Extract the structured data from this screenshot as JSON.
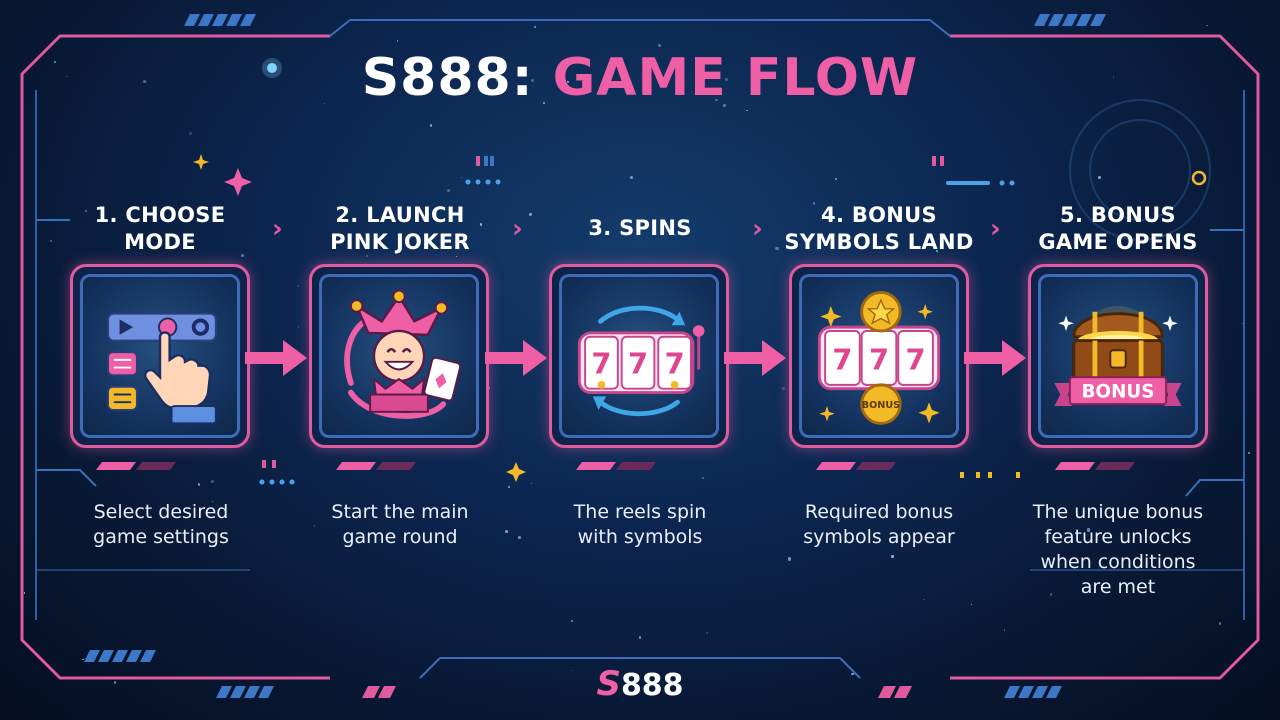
{
  "title": {
    "part1": "S888: ",
    "part2": "GAME FLOW"
  },
  "steps": [
    {
      "heading": [
        "1. CHOOSE",
        "MODE"
      ],
      "desc": [
        "Select desired",
        "game settings"
      ],
      "icon": "settings-tap-icon"
    },
    {
      "heading": [
        "2. LAUNCH",
        "PINK JOKER"
      ],
      "desc": [
        "Start the main",
        "game round"
      ],
      "icon": "joker-icon"
    },
    {
      "heading": [
        "3. SPINS"
      ],
      "desc": [
        "The reels spin",
        "with symbols"
      ],
      "icon": "slot-reels-icon"
    },
    {
      "heading": [
        "4. BONUS",
        "SYMBOLS LAND"
      ],
      "desc": [
        "Required bonus",
        "symbols appear"
      ],
      "icon": "bonus-coin-icon",
      "coin_text": "BONUS"
    },
    {
      "heading": [
        "5. BONUS",
        "GAME OPENS"
      ],
      "desc": [
        "The unique bonus",
        "feature unlocks",
        "when conditions",
        "are met"
      ],
      "icon": "treasure-chest-icon",
      "ribbon_text": "BONUS"
    }
  ],
  "slot_symbols": [
    "7",
    "7",
    "7"
  ],
  "logo": {
    "s": "S",
    "rest": "888"
  },
  "colors": {
    "pink": "#ef5fa5",
    "blue_accent": "#3d6cb8",
    "background": "#0b1f44",
    "gold": "#f4b926"
  }
}
